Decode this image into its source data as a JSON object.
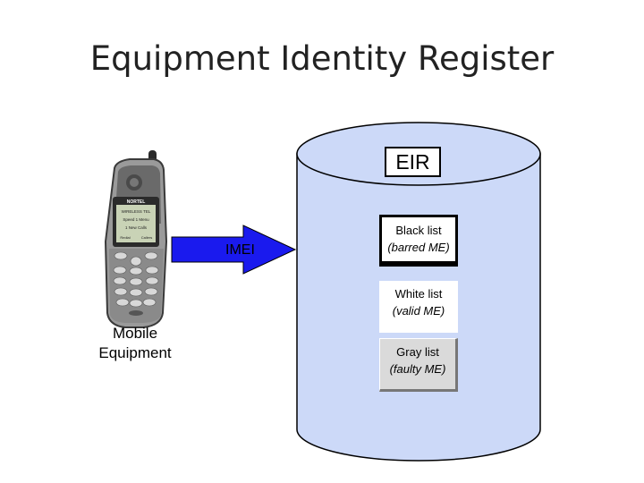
{
  "title": "Equipment Identity Register",
  "eir_label": "EIR",
  "arrow_label": "IMEI",
  "mobile": {
    "line1": "Mobile",
    "line2": "Equipment"
  },
  "phone_screen": {
    "brand": "NORTEL",
    "line1": "WIRELESS TEL",
    "line2": "Speed 1   Menu",
    "line3": "1 New Calls",
    "left_key": "Redial",
    "right_key": "Callers"
  },
  "lists": {
    "black": {
      "title": "Black list",
      "sub": "(barred ME)"
    },
    "white": {
      "title": "White list",
      "sub": "(valid ME)"
    },
    "gray": {
      "title": "Gray list",
      "sub": "(faulty ME)"
    }
  },
  "colors": {
    "cylinder_fill": "#ccd9f8",
    "arrow_fill": "#1a1aee",
    "gray_list_fill": "#dadada"
  }
}
